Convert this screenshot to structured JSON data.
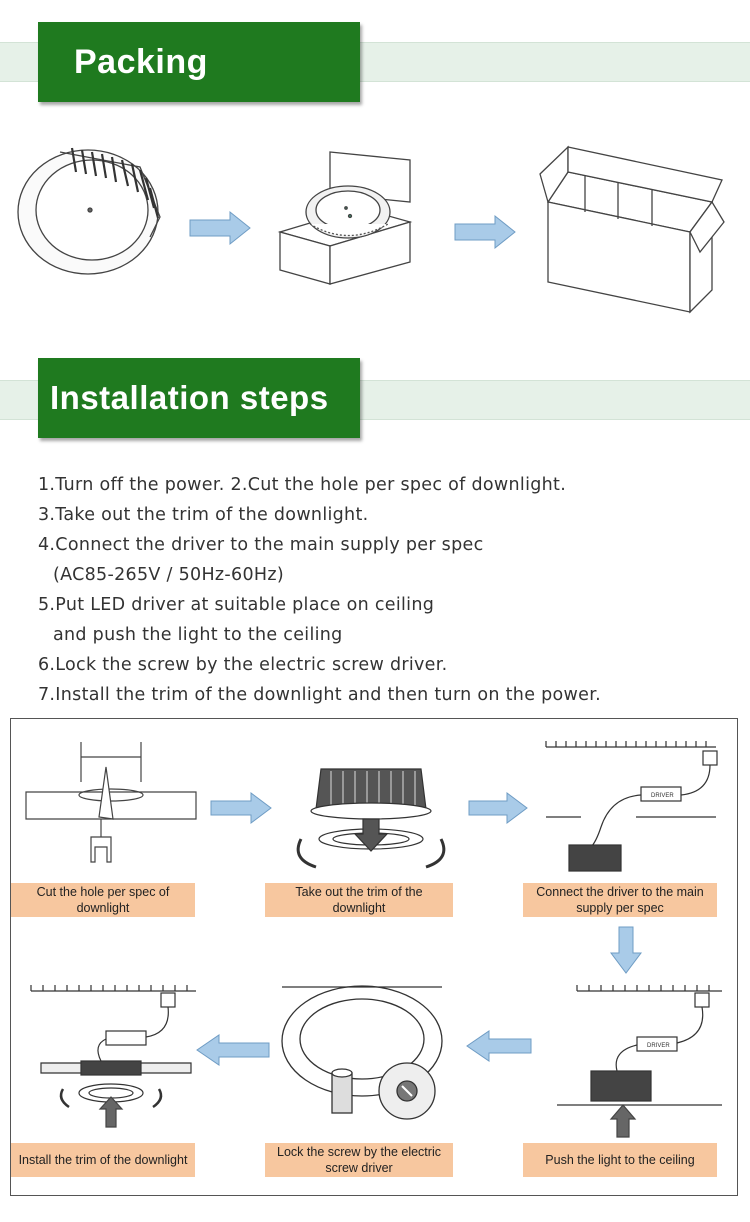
{
  "sections": {
    "packing_title": "Packing",
    "installation_title": "Installation steps"
  },
  "steps": [
    "1.Turn off the power. 2.Cut the hole per spec of downlight.",
    "3.Take out the trim of the downlight.",
    "4.Connect the driver to the main supply per spec",
    "  (AC85-265V / 50Hz-60Hz)",
    "5.Put LED driver at suitable place on ceiling",
    "   and push the light to the ceiling",
    "6.Lock the screw by the electric screw driver.",
    "7.Install the trim of the downlight and then turn on the power."
  ],
  "diagram": {
    "captions": {
      "cut": "Cut the hole per spec of downlight",
      "trim": "Take out the trim of the downlight",
      "connect": "Connect the driver to the main supply per spec",
      "push": "Push the light to the ceiling",
      "lock": "Lock the screw by the electric screw driver",
      "install": "Install the trim of the downlight"
    },
    "driver_label": "DRIVER"
  },
  "colors": {
    "header_green": "#1f7a1f",
    "band_green": "#e6f1e8",
    "arrow_blue": "#a9cbe8",
    "caption_bg": "#f7c79f"
  }
}
